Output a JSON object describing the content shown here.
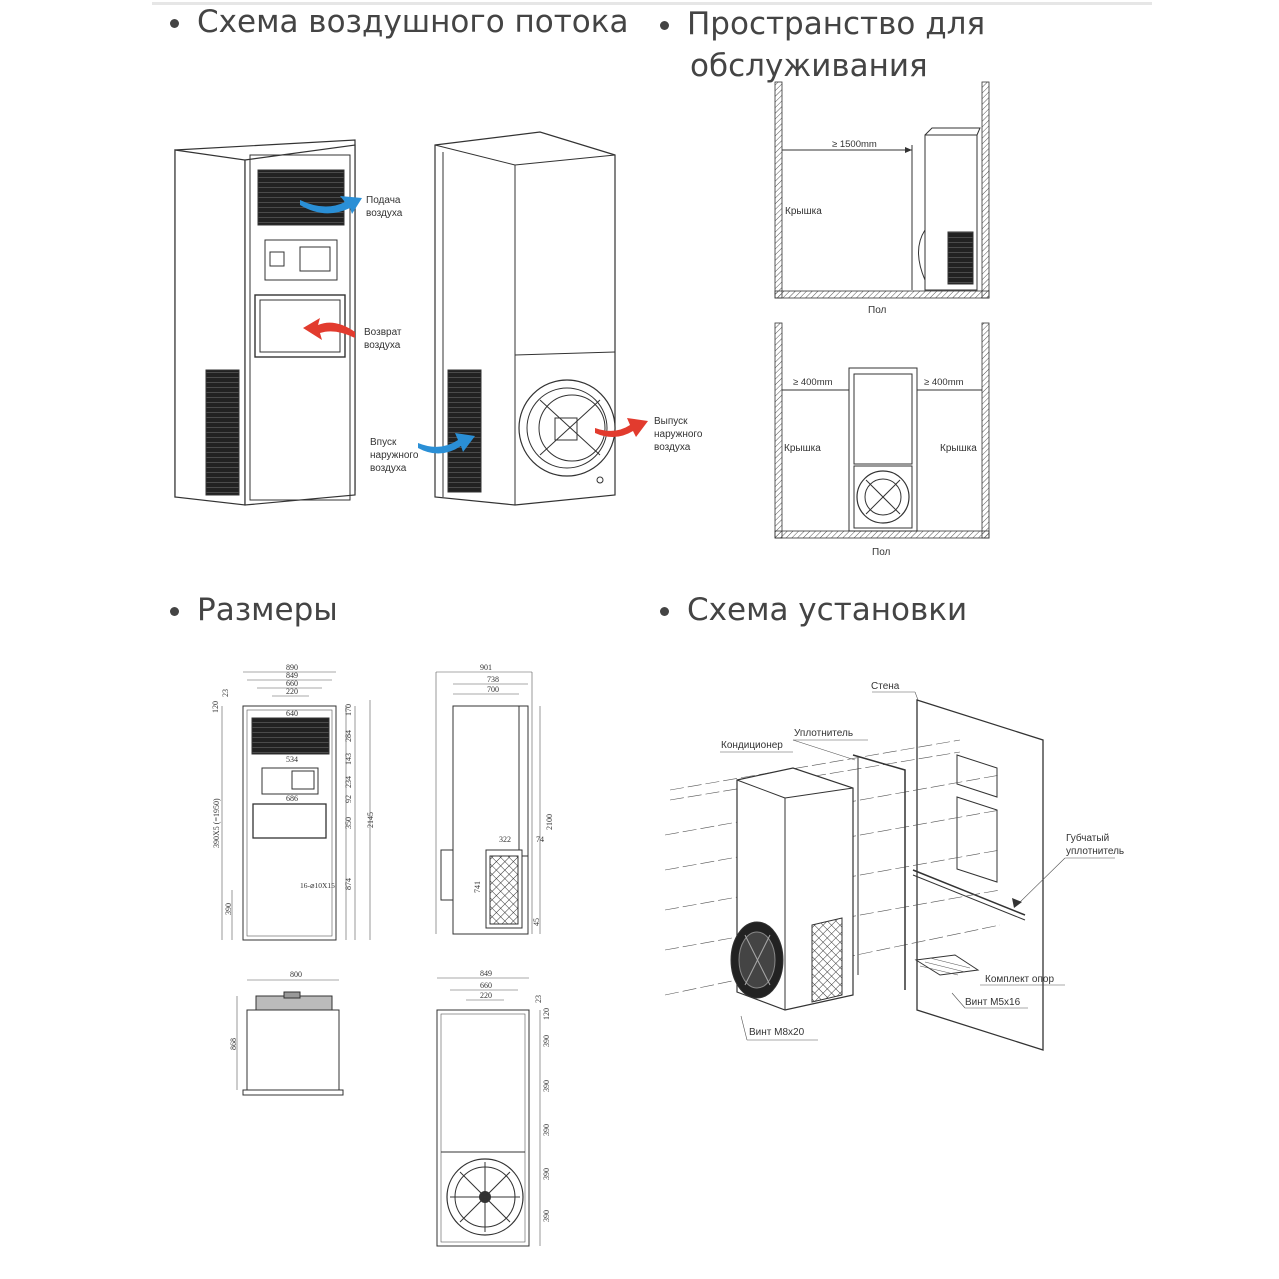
{
  "headings": {
    "airflow": "Схема воздушного потока",
    "service_line1": "Пространство для",
    "service_line2": "обслуживания",
    "dimensions": "Размеры",
    "installation": "Схема установки"
  },
  "airflow": {
    "supply_air": "Подача\nвоздуха",
    "return_air": "Возврат\nвоздуха",
    "outdoor_inlet": "Впуск\nнаружного\nвоздуха",
    "outdoor_outlet": "Выпуск\nнаружного\nвоздуха",
    "arrow_colors": {
      "blue": "#2a8fd6",
      "red": "#e23b2e"
    }
  },
  "service_space": {
    "top": {
      "clearance": "≥ 1500mm",
      "cover": "Крышка",
      "floor": "Пол"
    },
    "bottom": {
      "left_clearance": "≥ 400mm",
      "right_clearance": "≥ 400mm",
      "left_cover": "Крышка",
      "right_cover": "Крышка",
      "floor": "Пол"
    }
  },
  "dimensions": {
    "front": {
      "w890": "890",
      "w849": "849",
      "w660": "660",
      "w220": "220",
      "w640": "640",
      "w534": "534",
      "w686": "686",
      "h23": "23",
      "h120": "120",
      "h170": "170",
      "h284": "284",
      "h143": "143",
      "h234": "234",
      "h92": "92",
      "h350": "350",
      "h874": "874",
      "h2145": "2145",
      "h390x5": "390X5 (=1950)",
      "h390": "390",
      "holes": "16-⌀10X15"
    },
    "side": {
      "w901": "901",
      "w738": "738",
      "w700": "700",
      "w322": "322",
      "h74": "74",
      "h2100": "2100",
      "h741": "741",
      "h45": "45"
    },
    "top_view": {
      "w800": "800",
      "h868": "868"
    },
    "back": {
      "w849": "849",
      "w660": "660",
      "w220": "220",
      "h23": "23",
      "h120": "120",
      "h390": "390"
    }
  },
  "installation": {
    "wall": "Стена",
    "seal": "Уплотнитель",
    "conditioner": "Кондиционер",
    "sponge_seal": "Губчатый\nуплотнитель",
    "support_kit": "Комплект опор",
    "screw_m5": "Винт M5x16",
    "screw_m8": "Винт M8x20"
  }
}
